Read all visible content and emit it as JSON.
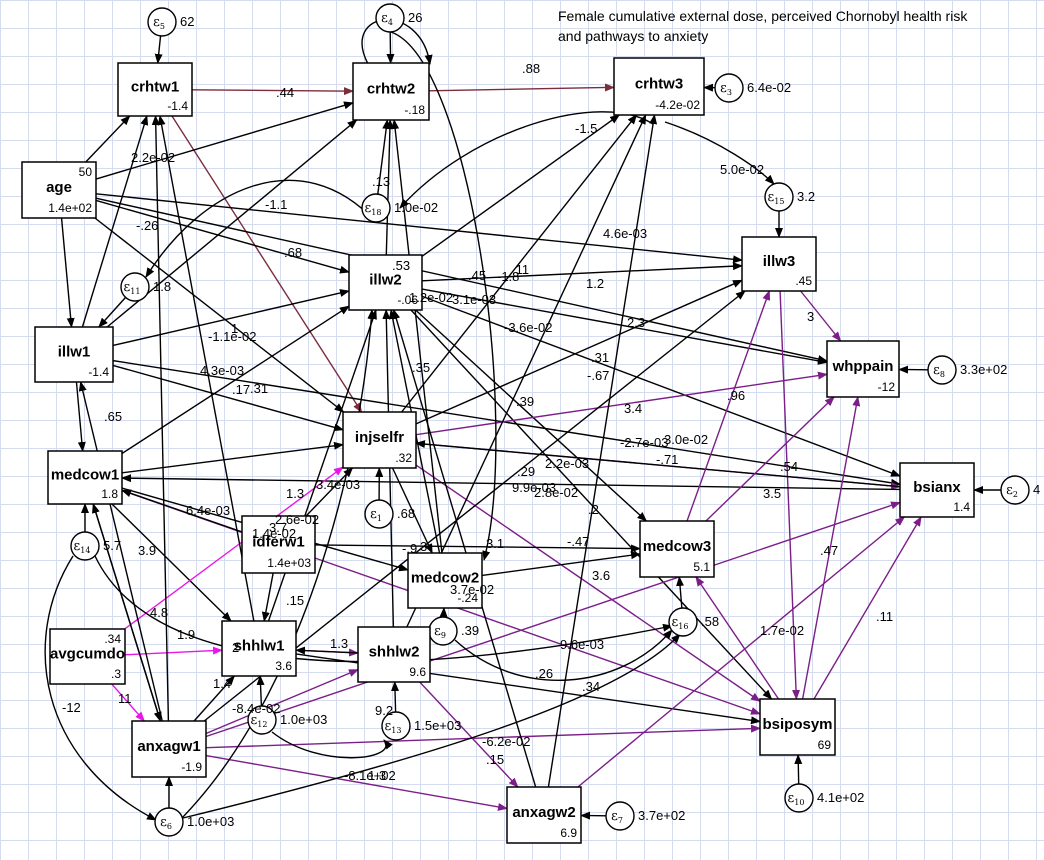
{
  "title": [
    "Female cumulative external dose, perceived Chornobyl health risk",
    "and pathways to anxiety"
  ],
  "colors": {
    "black": "#000000",
    "maroon": "#7b2d3a",
    "purple": "#7b1e88",
    "magenta": "#e817e8"
  },
  "nodes": {
    "crhtw1": {
      "name": "crhtw1",
      "value": "-1.4"
    },
    "crhtw2": {
      "name": "crhtw2",
      "value": "-.18"
    },
    "crhtw3": {
      "name": "crhtw3",
      "value": "-4.2e-02"
    },
    "age": {
      "name": "age",
      "value": "1.4e+02",
      "mean": "50"
    },
    "illw1": {
      "name": "illw1",
      "value": "-1.4"
    },
    "illw2": {
      "name": "illw2",
      "value": "-.06"
    },
    "illw3": {
      "name": "illw3",
      "value": ".45"
    },
    "whppain": {
      "name": "whppain",
      "value": "-12"
    },
    "injselfr": {
      "name": "injselfr",
      "value": ".32"
    },
    "bsianx": {
      "name": "bsianx",
      "value": "1.4"
    },
    "medcow1": {
      "name": "medcow1",
      "value": "1.8"
    },
    "idferw1": {
      "name": "idferw1",
      "value": "1.4e+03"
    },
    "medcow2": {
      "name": "medcow2",
      "value": "-.24"
    },
    "medcow3": {
      "name": "medcow3",
      "value": "5.1"
    },
    "avgcumdo": {
      "name": "avgcumdo",
      "value": ".3",
      "mean": ".34"
    },
    "shhlw1": {
      "name": "shhlw1",
      "value": "3.6"
    },
    "shhlw2": {
      "name": "shhlw2",
      "value": "9.6"
    },
    "anxagw1": {
      "name": "anxagw1",
      "value": "-1.9"
    },
    "anxagw2": {
      "name": "anxagw2",
      "value": "6.9"
    },
    "bsiposym": {
      "name": "bsiposym",
      "value": "69"
    }
  },
  "errors": [
    {
      "label": "5",
      "variance": "62"
    },
    {
      "label": "4",
      "variance": "26"
    },
    {
      "label": "3",
      "variance": "6.4e-02"
    },
    {
      "label": "15",
      "variance": "3.2"
    },
    {
      "label": "18",
      "variance": "1.0e-02"
    },
    {
      "label": "11",
      "variance": "1.8"
    },
    {
      "label": "8",
      "variance": "3.3e+02"
    },
    {
      "label": "2",
      "variance": "4"
    },
    {
      "label": "1",
      "variance": ".68"
    },
    {
      "label": "14",
      "variance": "5.7"
    },
    {
      "label": "9",
      "variance": ".39"
    },
    {
      "label": "16",
      "variance": ".58"
    },
    {
      "label": "12",
      "variance": "1.0e+03"
    },
    {
      "label": "13",
      "variance": "1.5e+03"
    },
    {
      "label": "6",
      "variance": "1.0e+03"
    },
    {
      "label": "7",
      "variance": "3.7e+02"
    },
    {
      "label": "10",
      "variance": "4.1e+02"
    }
  ],
  "coefficients": [
    ".44",
    ".88",
    "-1.5",
    "2.2e-02",
    ".13",
    "-1.1",
    "-.26",
    "4.6e-03",
    "5.0e-02",
    ".68",
    ".53",
    ".45",
    ".11",
    "-1.8",
    "1.2",
    "1.2e-02",
    "-3.6e-02",
    "3.1e-03",
    "-1.1e-02",
    "1",
    "2.3",
    ".31",
    "-.67",
    "3",
    "4.3e-03",
    ".17",
    ".31",
    ".35",
    ".96",
    ".39",
    "3.4",
    ".65",
    "-2.7e-03",
    "3.0e-02",
    "-.71",
    "2.2e-03",
    ".29",
    ".54",
    "3.4e-03",
    "9.9e-03",
    "2.8e-02",
    "3.5",
    "1.3",
    "6.4e-03",
    "2.6e-02",
    "1.4e-02",
    "3.7",
    "-.9",
    "3",
    ".2",
    "-.47",
    "3.1",
    "3.7e-02",
    ".47",
    "3.9",
    ".15",
    "4.8",
    "1.9",
    "1.3",
    "9.6e-03",
    "3.6",
    "1.7e-02",
    ".26",
    ".34",
    ".11",
    "11",
    "-12",
    "2",
    "1.4",
    "-8.4e-02",
    "9.2",
    "-6.2e-02",
    ".15",
    "-8.1e+02",
    "1.3"
  ]
}
